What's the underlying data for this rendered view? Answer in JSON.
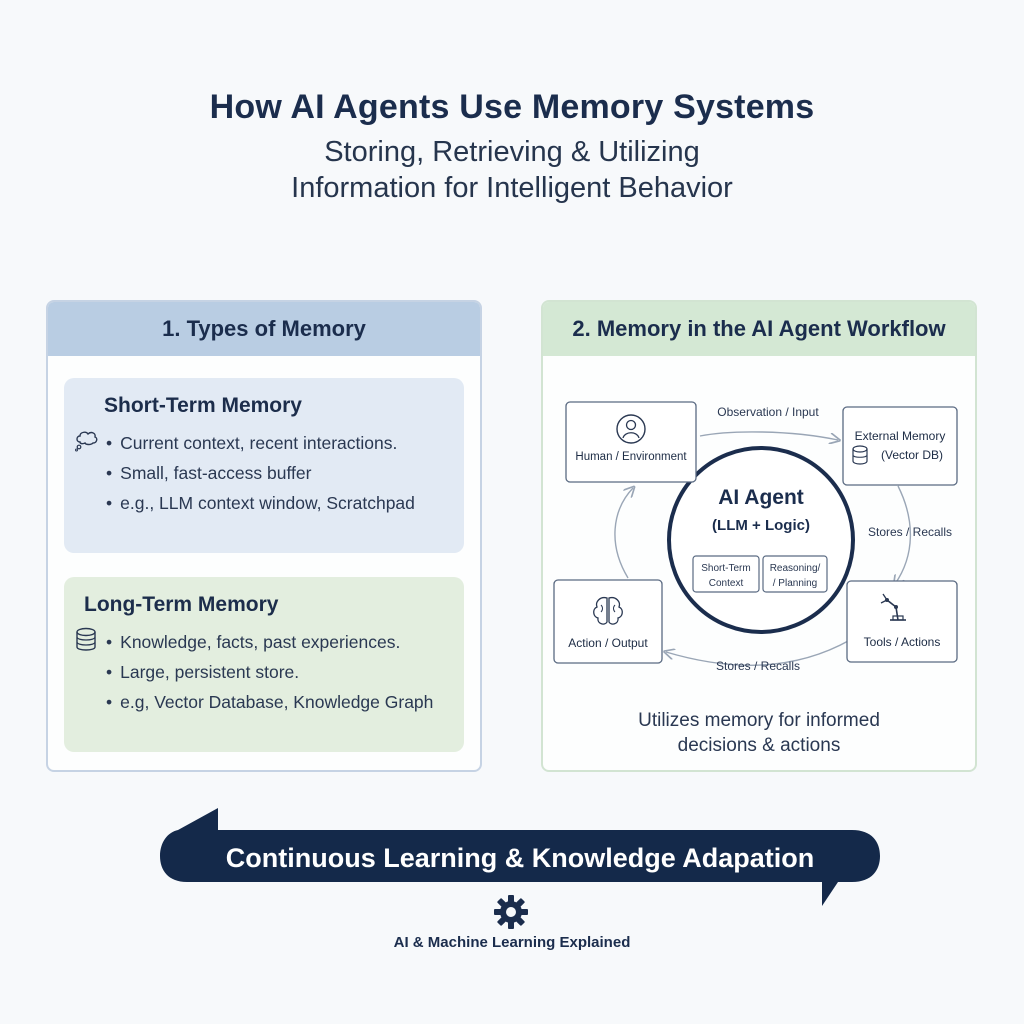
{
  "header": {
    "title": "How AI Agents Use Memory Systems",
    "subtitle": "Storing, Retrieving & Utilizing Information for Intelligent Behavior"
  },
  "types_panel": {
    "heading": "1. Types of Memory",
    "short_term": {
      "title": "Short-Term Memory",
      "icon": "thought-bubble-icon",
      "items": [
        "Current context, recent interactions.",
        "Small, fast-access buffer",
        "e.g., LLM context window, Scratchpad"
      ]
    },
    "long_term": {
      "title": "Long-Term Memory",
      "icon": "database-icon",
      "items": [
        "Knowledge, facts, past experiences.",
        "Large, persistent store.",
        "e.g, Vector Database, Knowledge Graph"
      ]
    }
  },
  "workflow_panel": {
    "heading": "2. Memory in the AI Agent Workflow",
    "agent": {
      "title": "AI Agent",
      "subtitle": "(LLM + Logic)",
      "module_short_term": [
        "Short-Term",
        "Context"
      ],
      "module_reasoning": [
        "Reasoning/",
        "/ Planning"
      ]
    },
    "nodes": {
      "human_environment": "Human / Environment",
      "external_memory": [
        "External Memory",
        "(Vector DB)"
      ],
      "action_output": "Action / Output",
      "tools_actions": "Tools / Actions"
    },
    "edge_labels": {
      "observation_input": "Observation / Input",
      "stores_recalls_right": "Stores / Recalls",
      "stores_recalls_bottom": "Stores / Recalls"
    },
    "footer": [
      "Utilizes memory for informed",
      "decisions & actions"
    ]
  },
  "banner": {
    "label": "Continuous Learning & Knowledge Adapation"
  },
  "credit": {
    "label": "AI & Machine Learning Explained",
    "icon": "gear-icon"
  },
  "colors": {
    "navy": "#1b2d4d",
    "short_term_bg": "#e2eaf4",
    "long_term_bg": "#e3eedf",
    "left_header": "#b9cde3",
    "right_header": "#d4e8d4"
  }
}
